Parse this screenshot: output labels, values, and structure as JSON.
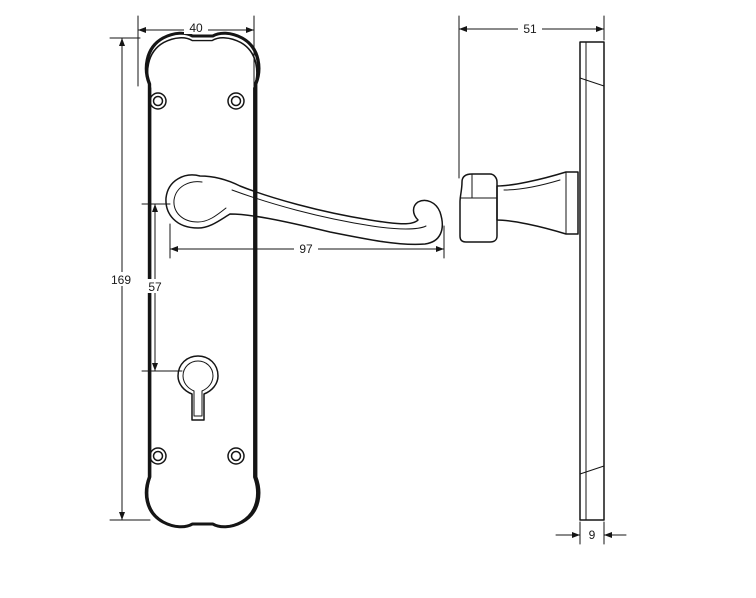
{
  "colors": {
    "line": "#151515",
    "background": "#ffffff"
  },
  "dimensions": {
    "plate_width": "40",
    "overall_height": "169",
    "lever_length": "97",
    "backset": "57",
    "projection": "51",
    "plate_thickness": "9"
  }
}
